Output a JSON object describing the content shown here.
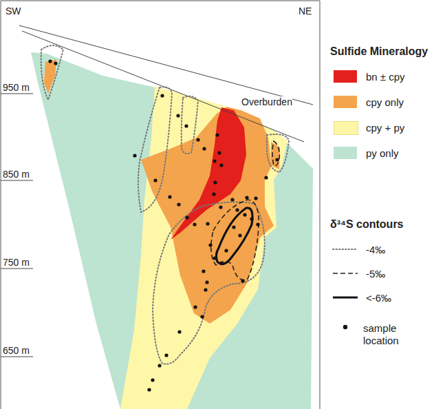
{
  "diagram": {
    "labels": [
      "SW",
      "NE",
      "950 m",
      "850 m",
      "750 m",
      "650 m",
      "Overburden",
      "Sulfide Mineralogy",
      "δ³⁴S contours"
    ],
    "legend": [
      {
        "text": "bn ± cpy",
        "color": "#e3201b"
      },
      {
        "text": "cpy only",
        "color": "#f4a44c"
      },
      {
        "text": "cpy + py",
        "color": "#fff7a8"
      },
      {
        "text": "py only",
        "color": "#bde3d1"
      },
      {
        "text": "-4‰"
      },
      {
        "text": "-5‰"
      },
      {
        "text": "<-6‰"
      },
      {
        "text": "sample location"
      }
    ]
  }
}
